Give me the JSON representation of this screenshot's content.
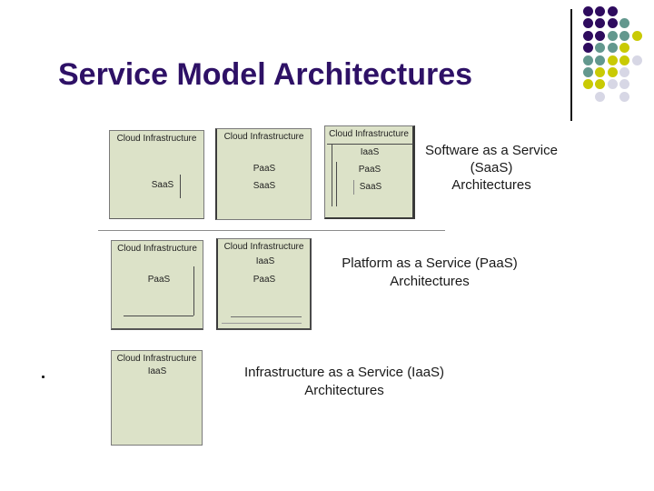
{
  "slide": {
    "title": "Service Model Architectures"
  },
  "decoration": {
    "dot_colors": {
      "purple": "#2e0b5e",
      "teal": "#63988e",
      "yellow": "#c9ca04",
      "gray": "#d7d7e5"
    },
    "dot_grid": [
      [
        "purple",
        "purple",
        "purple",
        null,
        null
      ],
      [
        "purple",
        "purple",
        "purple",
        "teal",
        null
      ],
      [
        "purple",
        "purple",
        "teal",
        "teal",
        "yellow"
      ],
      [
        "purple",
        "teal",
        "teal",
        "yellow",
        null
      ],
      [
        "teal",
        "teal",
        "yellow",
        "yellow",
        "gray"
      ],
      [
        "teal",
        "yellow",
        "yellow",
        "gray",
        null
      ],
      [
        "yellow",
        "yellow",
        "gray",
        "gray",
        null
      ],
      [
        null,
        "gray",
        null,
        "gray",
        null
      ]
    ]
  },
  "diagram": {
    "box_header": "Cloud Infrastructure",
    "rows": [
      {
        "caption": [
          "Software as a Service",
          "(SaaS)",
          "Architectures"
        ],
        "boxes": [
          {
            "layers": [
              "SaaS"
            ]
          },
          {
            "layers": [
              "PaaS",
              "SaaS"
            ]
          },
          {
            "layers": [
              "IaaS",
              "PaaS",
              "SaaS"
            ]
          }
        ]
      },
      {
        "caption": [
          "Platform as a Service (PaaS)",
          "Architectures"
        ],
        "boxes": [
          {
            "layers": [
              "PaaS"
            ]
          },
          {
            "layers": [
              "IaaS",
              "PaaS"
            ]
          }
        ]
      },
      {
        "caption": [
          "Infrastructure as a Service (IaaS)",
          "Architectures"
        ],
        "boxes": [
          {
            "layers": [
              "IaaS"
            ]
          }
        ]
      }
    ]
  },
  "artifact": {
    "period": "."
  }
}
